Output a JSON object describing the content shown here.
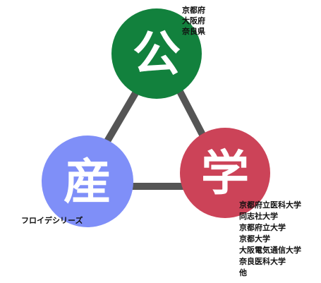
{
  "diagram": {
    "nodes": {
      "government": {
        "char": "公",
        "color": "#12813d"
      },
      "academia": {
        "char": "学",
        "color": "#cc4358"
      },
      "industry": {
        "char": "産",
        "color": "#7f8ff8"
      }
    },
    "edge_color": "#555555",
    "government_members": [
      "京都府",
      "大阪府",
      "奈良県"
    ],
    "academia_members": [
      "京都府立医科大学",
      "同志社大学",
      "京都府立大学",
      "京都大学",
      "大阪電気通信大学",
      "奈良医科大学",
      "他"
    ],
    "industry_members": [
      "フロイデシリーズ"
    ]
  }
}
